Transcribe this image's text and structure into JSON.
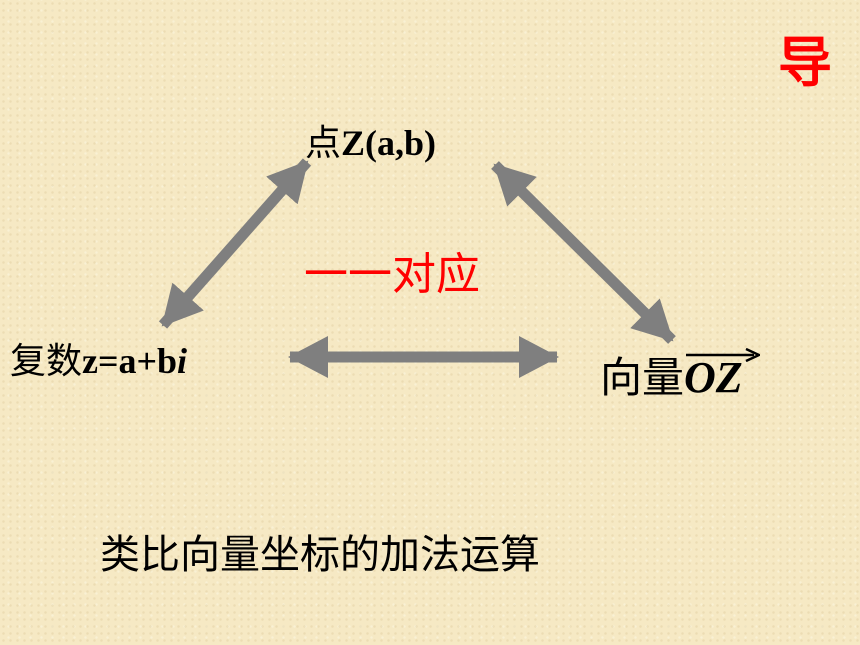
{
  "corner_label": "导",
  "point_label": {
    "prefix": "点",
    "coords": "Z(a,b)"
  },
  "correspondence_label": "一一对应",
  "complex_label": {
    "prefix": "复数",
    "expr": "z=a+b",
    "imag": "i"
  },
  "vector_label": {
    "prefix": "向量",
    "name": "OZ"
  },
  "caption": "类比向量坐标的加法运算",
  "colors": {
    "arrow": "#7f7f7f",
    "accent": "#ff0000",
    "text": "#000000"
  }
}
